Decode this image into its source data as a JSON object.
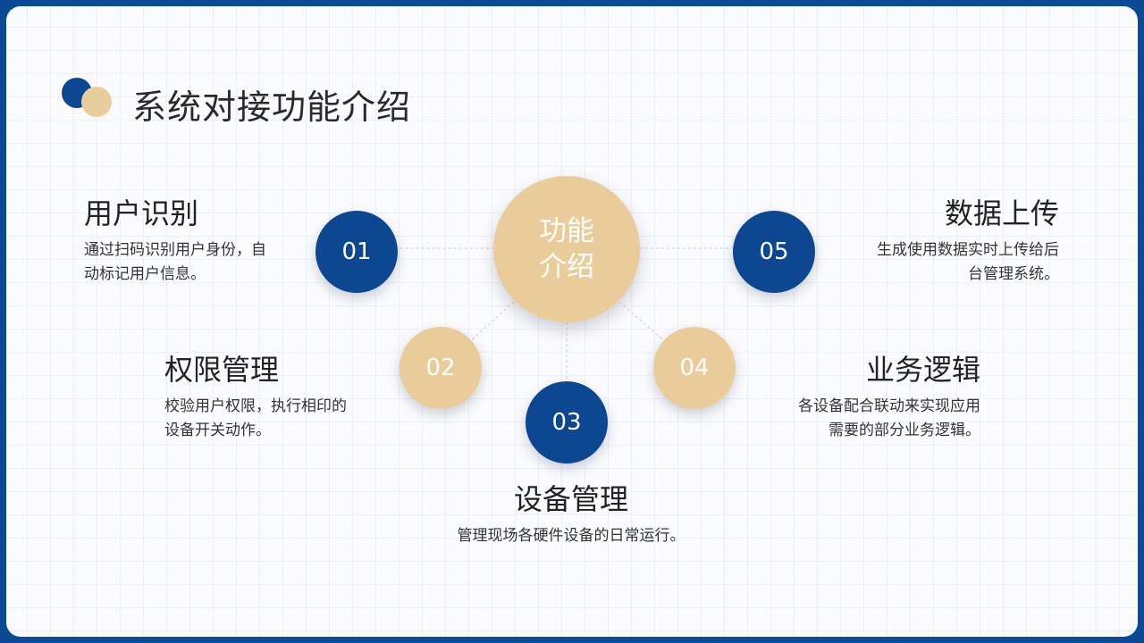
{
  "title": "系统对接功能介绍",
  "center": {
    "line1": "功能",
    "line2": "介绍"
  },
  "items": [
    {
      "num": "01",
      "heading": "用户识别",
      "desc_line1": "通过扫码识别用户身份，自",
      "desc_line2": "动标记用户信息。"
    },
    {
      "num": "02",
      "heading": "权限管理",
      "desc_line1": "校验用户权限，执行相印的",
      "desc_line2": "设备开关动作。"
    },
    {
      "num": "03",
      "heading": "设备管理",
      "desc_line1": "管理现场各硬件设备的日常运行。",
      "desc_line2": ""
    },
    {
      "num": "04",
      "heading": "业务逻辑",
      "desc_line1": "各设备配合联动来实现应用",
      "desc_line2": "需要的部分业务逻辑。"
    },
    {
      "num": "05",
      "heading": "数据上传",
      "desc_line1": "生成使用数据实时上传给后",
      "desc_line2": "台管理系统。"
    }
  ],
  "colors": {
    "frame": "#0b4a96",
    "navy": "#0d4791",
    "gold": "#e9cc9a"
  }
}
